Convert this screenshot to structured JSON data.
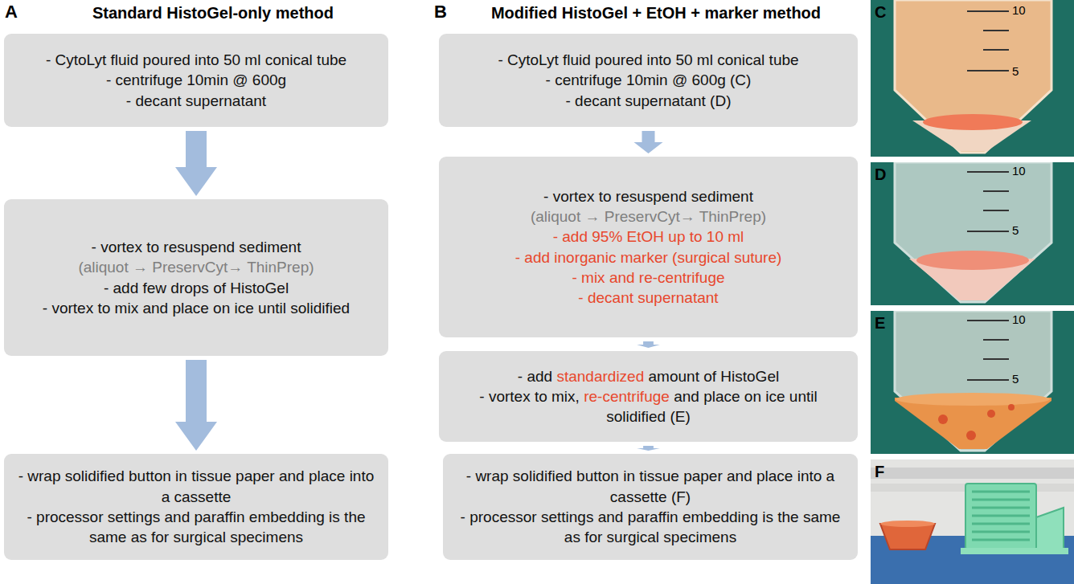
{
  "diagram": {
    "nodes": [
      {
        "text": [
          "- CytoLyt fluid poured into 50 ml conical tube",
          "- centrifuge 10min @ 600g",
          "- decant supernatant"
        ]
      },
      {
        "text": [
          "- vortex to resuspend sediment",
          "(aliquot → PreservCyt→ ThinPrep)",
          "- add few drops of HistoGel",
          "- vortex to mix and place on ice until solidified"
        ]
      },
      {
        "text": [
          "- wrap solidified button in tissue paper and place into a cassette",
          "- processor settings and paraffin embedding is the same as for surgical specimens"
        ]
      },
      {
        "text": [
          "- CytoLyt fluid poured into 50 ml conical tube",
          "- centrifuge 10min @ 600g (C)",
          "- decant supernatant (D)"
        ]
      },
      {
        "text": [
          "- vortex to resuspend sediment",
          "(aliquot → PreservCyt→ ThinPrep)",
          "- add 95% EtOH up to 10 ml",
          "- add inorganic marker (surgical suture)",
          "- mix and re-centrifuge",
          "- decant supernatant"
        ]
      },
      {
        "text": [
          "- add",
          "standardized",
          "amount of HistoGel",
          "- vortex to mix,",
          "re-centrifuge",
          "and place on ice until solidified (E)"
        ]
      },
      {
        "text": [
          "- wrap solidified button in tissue paper and place into a cassette (F)",
          "- processor settings and paraffin embedding is the same as for surgical specimens"
        ]
      }
    ],
    "edges": [
      {
        "from": 0,
        "to": 1,
        "arrow": "to"
      },
      {
        "from": 1,
        "to": 2,
        "arrow": "to"
      },
      {
        "from": 3,
        "to": 4,
        "arrow": "to"
      },
      {
        "from": 4,
        "to": 5,
        "arrow": "to"
      },
      {
        "from": 5,
        "to": 6,
        "arrow": "to"
      }
    ],
    "labels": [
      "A",
      "Standard HistoGel-only method",
      "B",
      "Modified HistoGel + EtOH + marker method",
      "C",
      "10",
      "5",
      "D",
      "10",
      "5",
      "E",
      "10",
      "5",
      "F"
    ]
  }
}
